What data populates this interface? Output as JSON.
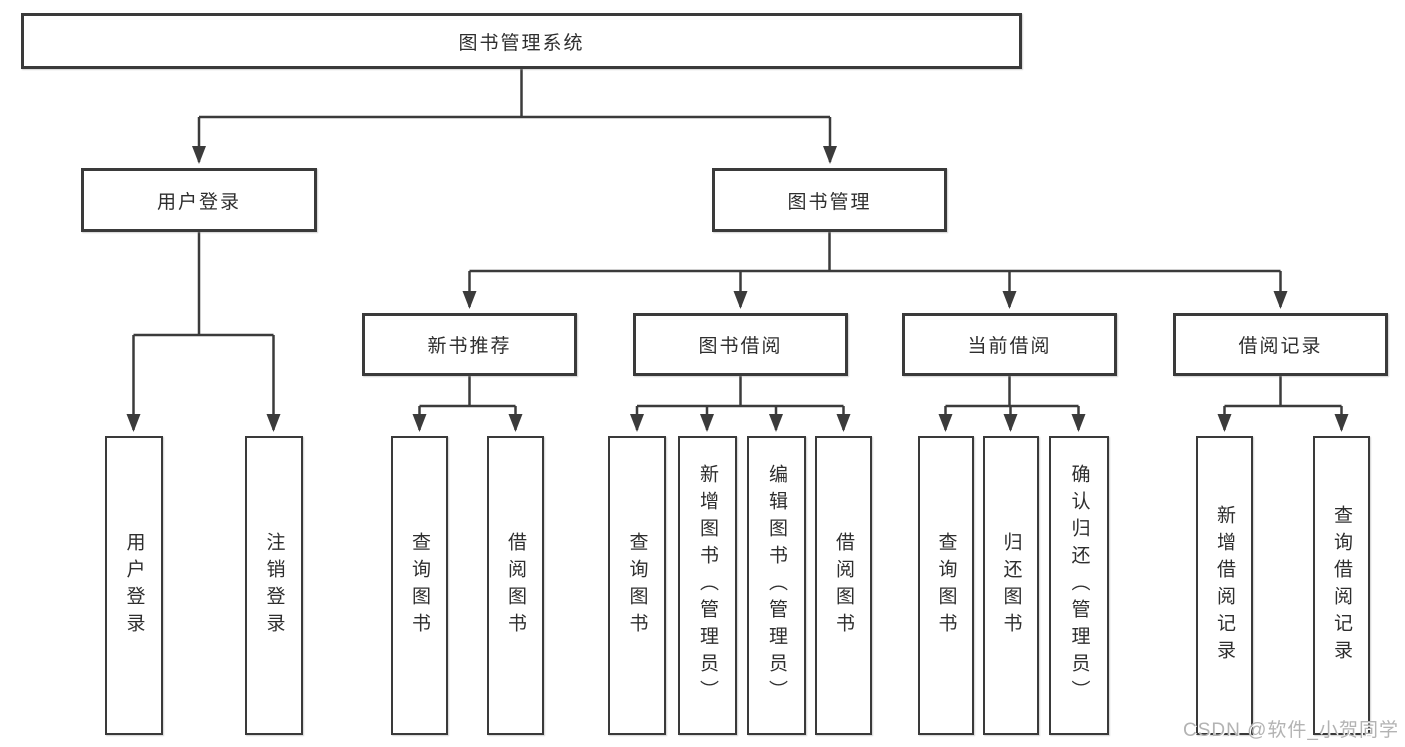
{
  "diagram": {
    "root": {
      "label": "图书管理系统"
    },
    "branches": [
      {
        "label": "用户登录"
      },
      {
        "label": "图书管理"
      }
    ],
    "modules": [
      {
        "label": "新书推荐"
      },
      {
        "label": "图书借阅"
      },
      {
        "label": "当前借阅"
      },
      {
        "label": "借阅记录"
      }
    ],
    "leaves": [
      {
        "label": "用户登录"
      },
      {
        "label": "注销登录"
      },
      {
        "label": "查询图书"
      },
      {
        "label": "借阅图书"
      },
      {
        "label": "查询图书"
      },
      {
        "label": "新增图书（管理员）"
      },
      {
        "label": "编辑图书（管理员）"
      },
      {
        "label": "借阅图书"
      },
      {
        "label": "查询图书"
      },
      {
        "label": "归还图书"
      },
      {
        "label": "确认归还（管理员）"
      },
      {
        "label": "新增借阅记录"
      },
      {
        "label": "查询借阅记录"
      }
    ]
  },
  "watermark": {
    "text": "CSDN @软件_小贺同学"
  },
  "colors": {
    "line": "#3b3b3b",
    "box_border": "#3a3a3a",
    "text": "#2e2e2e",
    "background": "#ffffff",
    "watermark": "#b3b3b3"
  }
}
